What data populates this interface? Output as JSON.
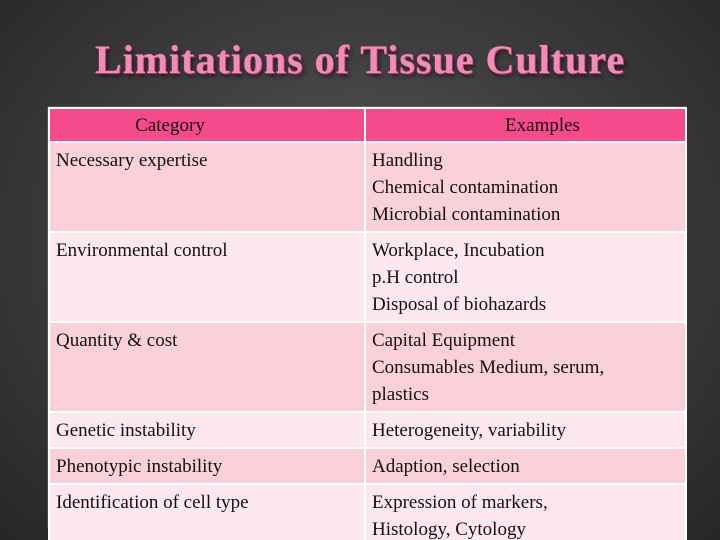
{
  "title": "Limitations of Tissue Culture",
  "table": {
    "headers": [
      "Category",
      "Examples"
    ],
    "rows": [
      {
        "category": "Necessary expertise",
        "examples": [
          "Handling",
          "Chemical contamination",
          "Microbial contamination"
        ]
      },
      {
        "category": "Environmental control",
        "examples": [
          "Workplace, Incubation",
          "p.H control",
          "Disposal of biohazards"
        ]
      },
      {
        "category": "Quantity & cost",
        "examples": [
          "Capital Equipment",
          "Consumables Medium, serum,",
          "plastics"
        ]
      },
      {
        "category": "Genetic instability",
        "examples": [
          "Heterogeneity, variability"
        ]
      },
      {
        "category": "Phenotypic instability",
        "examples": [
          "Adaption, selection"
        ]
      },
      {
        "category": "Identification of cell type",
        "examples": [
          "Expression of markers,",
          "Histology, Cytology"
        ]
      }
    ]
  },
  "colors": {
    "background": "#404040",
    "title": "#f08cb8",
    "header": "#f54a8c",
    "row": "#fad0db",
    "row_alt": "#fde8ee"
  }
}
